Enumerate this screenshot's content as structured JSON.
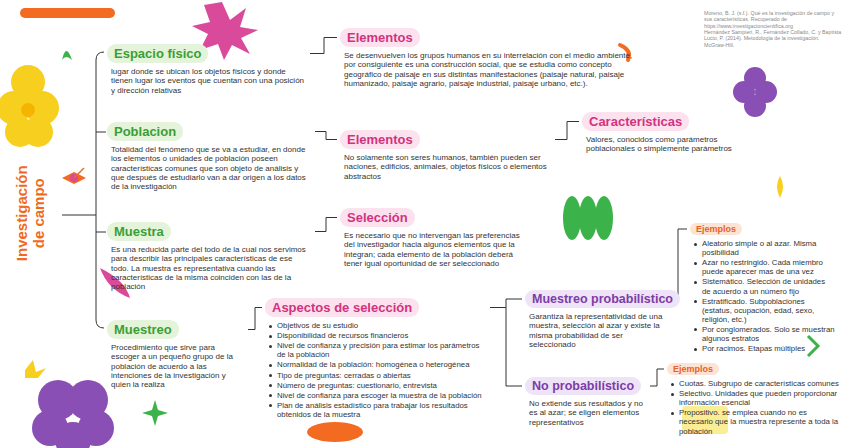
{
  "diagram": {
    "title": "Investigación de campo",
    "nodes": [
      {
        "text": [
          "Espacio físico",
          "lugar donde se ubican los objetos físicos y donde tienen lugar los eventos que cuentan con una posición y dirección relativas"
        ]
      },
      {
        "text": [
          "Elementos",
          "Se desenvuelven los grupos humanos en su interrelación con el medio ambiente, por consiguiente es una construcción social, que se estudia como concepto geográfico de paisaje en sus distintas manifestaciones (paisaje natural, paisaje humanizado, paisaje agrario, paisaje industrial, paisaje urbano, etc.)."
        ]
      },
      {
        "text": [
          "Poblacion",
          "Totalidad del fenómeno que se va a estudiar, en donde los elementos o unidades de población poseen características comunes que son objeto de análisis y que después de estudiarlo van a dar origen a los datos de la investigación"
        ]
      },
      {
        "text": [
          "Elementos",
          "No solamente son seres humanos, también pueden ser naciones, edificios, animales, objetos físicos o elementos abstractos"
        ]
      },
      {
        "text": [
          "Características",
          "Valores, conocidos como parámetros poblacionales o simplemente parámetros"
        ]
      },
      {
        "text": [
          "Muestra",
          "Es una reducida parte del todo de la cual nos servimos para describir las principales características de ese todo. La muestra es representativa cuando las características de la misma coinciden con las de la población"
        ]
      },
      {
        "text": [
          "Selección",
          "Es necesario que no intervengan las preferencias del investigador hacia algunos elementos que la integran; cada elemento de la población deberá tener igual oportunidad de ser seleccionado"
        ]
      },
      {
        "text": [
          "Muestreo",
          "Procedimiento que sirve para escoger a un pequeño grupo de la población de acuerdo a las intenciones de la investigación y quien la realiza"
        ]
      },
      {
        "text": [
          "Aspectos de selección",
          "Objetivos de su estudio",
          "Disponibilidad de recursos financieros",
          "Nivel de confianza y precisión para estimar los parámetros de la población",
          "Normalidad de la población: homogénea o heterogénea",
          "Tipo de preguntas: cerradas o abiertas",
          "Número de preguntas: cuestionario, entrevista",
          "Nivel de confianza para escoger la muestra de la población",
          "Plan de análisis estadístico para trabajar los resultados obtenidos de la muestra"
        ]
      },
      {
        "text": [
          "Muestreo probabilístico",
          "Garantiza la representatividad de una muestra, selección al azar y existe la misma probabilidad de ser seleccionado"
        ]
      },
      {
        "text": [
          "Ejemplos",
          "Aleatorio simple o al azar. Misma posibilidad",
          "Azar no restringido. Cada miembro puede aparecer mas de una vez",
          "Sistemático. Selección de unidades de acuerdo a un número fijo",
          "Estratificado. Subpoblaciones (estatus, ocupación, edad, sexo, religión, etc.)",
          "Por conglomerados. Solo se muestran algunos estratos",
          "Por racimos. Etapas múltiples"
        ]
      },
      {
        "text": [
          "No probabilístico",
          "No extiende sus resultados y no es al azar; se eligen elementos representativos"
        ]
      },
      {
        "text": [
          "Ejemplos",
          "Cuotas. Subgrupo de características comunes",
          "Selectivo. Unidades que pueden proporcionar información esencial",
          "Propositivo. se emplea cuando no es necesario que la muestra represente a toda la población"
        ]
      }
    ],
    "edges": [
      {
        "from": 0,
        "to": 1,
        "arrow": "none"
      },
      {
        "from": 2,
        "to": 3,
        "arrow": "none"
      },
      {
        "from": 3,
        "to": 4,
        "arrow": "none"
      },
      {
        "from": 5,
        "to": 6,
        "arrow": "none"
      },
      {
        "from": 7,
        "to": 8,
        "arrow": "none"
      },
      {
        "from": 8,
        "to": 9,
        "arrow": "none"
      },
      {
        "from": 8,
        "to": 11,
        "arrow": "none"
      },
      {
        "from": 9,
        "to": 10,
        "arrow": "none"
      },
      {
        "from": 11,
        "to": 12,
        "arrow": "none"
      }
    ],
    "labels": [
      "Moreno, B. J. (s.f.). Qué es la investigación de campo y sus características. Recuperado de https://www.investigacioncientifica.org",
      "Hernández Sampieri, R., Fernández Collado, C. y Baptista Lucio, P. (2014). Metodología de la investigación. McGraw-Hill."
    ]
  }
}
